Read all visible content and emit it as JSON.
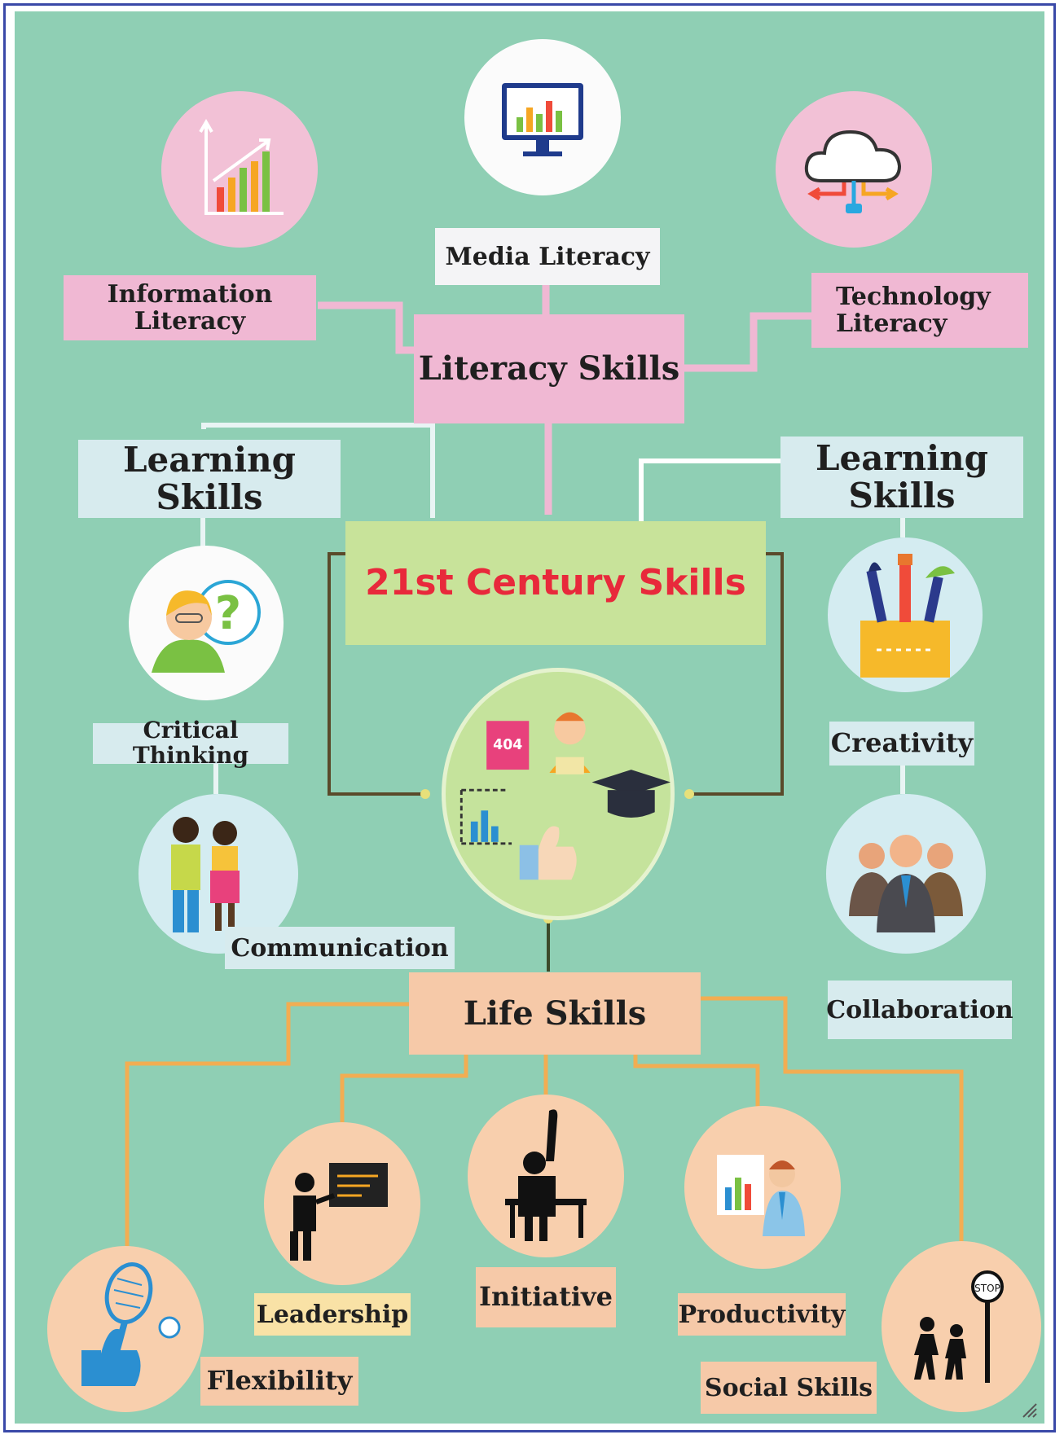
{
  "center": {
    "title": "21st Century Skills"
  },
  "literacy": {
    "title": "Literacy Skills",
    "information": "Information Literacy",
    "media": "Media Literacy",
    "technology_line1": "Technology",
    "technology_line2": "Literacy"
  },
  "learning": {
    "left_title": "Learning Skills",
    "right_title": "Learning Skills",
    "critical": "Critical Thinking",
    "communication": "Communication",
    "creativity": "Creativity",
    "collaboration": "Collaboration"
  },
  "life": {
    "title": "Life Skills",
    "flexibility": "Flexibility",
    "leadership": "Leadership",
    "initiative": "Initiative",
    "productivity": "Productivity",
    "social": "Social Skills"
  },
  "hub": {
    "book_number": "404"
  },
  "icons": [
    "bar-chart-growth-icon",
    "monitor-chart-icon",
    "cloud-network-icon",
    "thinking-person-icon",
    "two-people-icon",
    "art-supplies-icon",
    "business-team-icon",
    "presenter-board-icon",
    "raised-hand-icon",
    "analyst-chart-icon",
    "tennis-like-icon",
    "children-crossing-icon",
    "education-collage-icon"
  ],
  "colors": {
    "background": "#8fcfb4",
    "title_red": "#e8293b",
    "frame": "#3a49a8"
  }
}
